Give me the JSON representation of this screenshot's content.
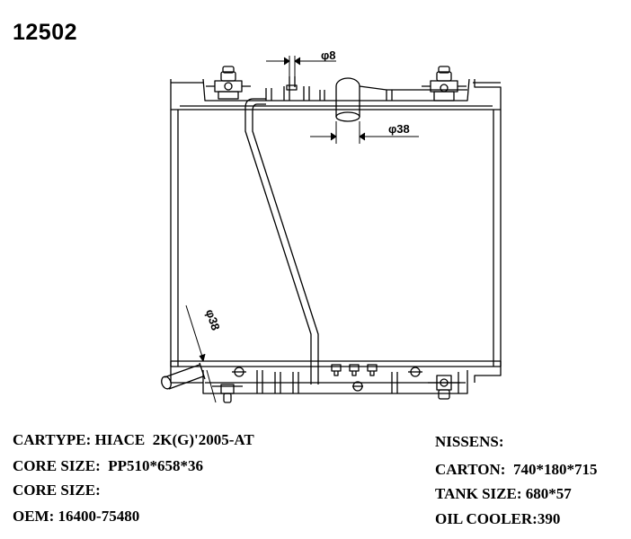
{
  "part_number": "12502",
  "dimensions": {
    "top_small_pipe": "φ8",
    "top_inlet": "φ38",
    "bottom_outlet": "φ38"
  },
  "specs_left": [
    {
      "label": "CARTYPE:",
      "value": " HIACE  2K(G)'2005-AT"
    },
    {
      "label": "CORE SIZE:",
      "value": "  PP510*658*36"
    },
    {
      "label": "CORE SIZE:",
      "value": ""
    },
    {
      "label": "OEM:",
      "value": " 16400-75480"
    }
  ],
  "specs_right": [
    {
      "label": "NISSENS:",
      "value": ""
    },
    {
      "label": "CARTON:",
      "value": "  740*180*715"
    },
    {
      "label": "TANK SIZE:",
      "value": " 680*57"
    },
    {
      "label": "OIL COOLER:",
      "value": "390"
    }
  ]
}
